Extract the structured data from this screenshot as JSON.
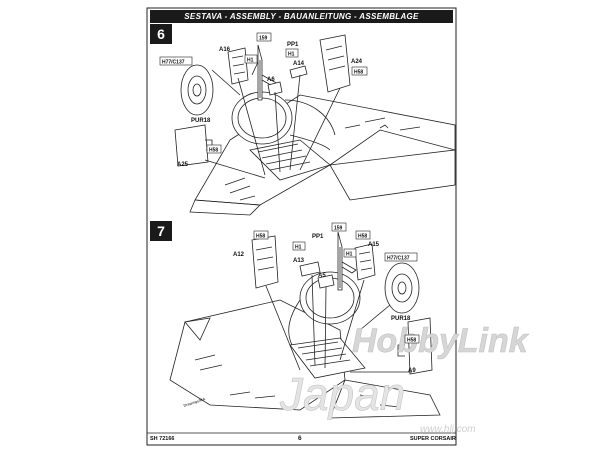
{
  "header": {
    "title": "SESTAVA - ASSEMBLY - BAUANLEITUNG - ASSEMBLAGE"
  },
  "steps": [
    {
      "number": "6"
    },
    {
      "number": "7"
    }
  ],
  "step6_labels": {
    "a16": "A16",
    "b159": "159",
    "pp1": "PP1",
    "h1_a": "H1",
    "h1_b": "H1",
    "a14": "A14",
    "a6": "A6",
    "a24": "A24",
    "h58_a": "H58",
    "h77": "H77/C137",
    "pur18": "PUR18",
    "h58_b": "H58",
    "a25": "A25"
  },
  "step7_labels": {
    "h58_a": "H58",
    "pp1": "PP1",
    "b159": "159",
    "h58_b": "H58",
    "a15": "A15",
    "a12": "A12",
    "h1_a": "H1",
    "h1_b": "H1",
    "a13": "A13",
    "a5": "A5",
    "h77": "H77/C137",
    "pur18": "PUR18",
    "h58_c": "H58",
    "a9": "A9",
    "drawing": "Drawings/MA"
  },
  "watermark": {
    "line1": "HobbyLink",
    "line2": "Japan",
    "line3": "www.hlj.com"
  },
  "footer": {
    "left": "SH 72166",
    "center": "6",
    "right": "SUPER CORSAIR"
  },
  "colors": {
    "ink": "#1a1a1a",
    "watermark": "#d6d6d6",
    "paper": "#ffffff"
  }
}
